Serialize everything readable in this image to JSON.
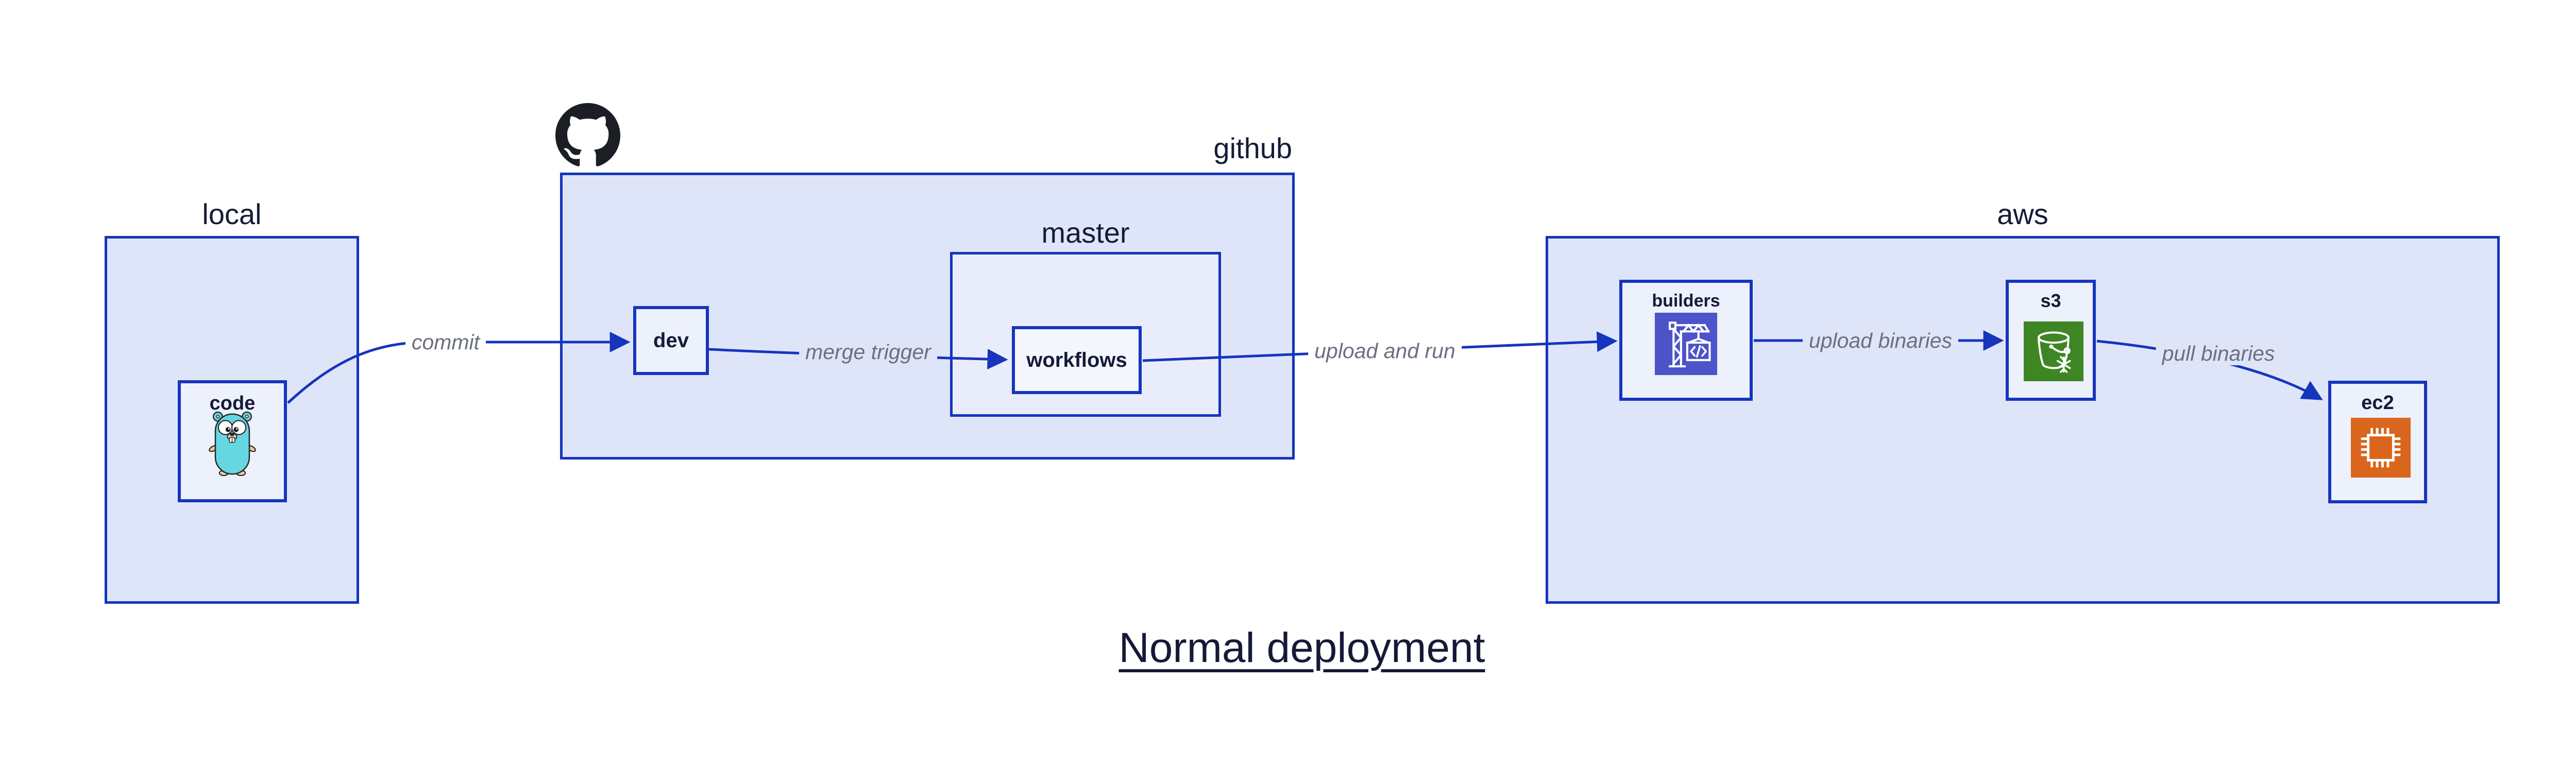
{
  "page": {
    "title": "Normal deployment"
  },
  "regions": {
    "local": {
      "label": "local"
    },
    "github": {
      "label": "github"
    },
    "master": {
      "label": "master"
    },
    "aws": {
      "label": "aws"
    }
  },
  "nodes": {
    "code": {
      "label": "code",
      "icon": "go-gopher-icon"
    },
    "dev": {
      "label": "dev"
    },
    "workflows": {
      "label": "workflows"
    },
    "builders": {
      "label": "builders",
      "icon": "aws-codebuild-crane-icon"
    },
    "s3": {
      "label": "s3",
      "icon": "aws-s3-bucket-snowflake-icon"
    },
    "ec2": {
      "label": "ec2",
      "icon": "aws-ec2-chip-icon"
    }
  },
  "edges": {
    "commit": {
      "label": "commit"
    },
    "merge_trigger": {
      "label": "merge trigger"
    },
    "upload_and_run": {
      "label": "upload and run"
    },
    "upload_binaries": {
      "label": "upload binaries"
    },
    "pull_binaries": {
      "label": "pull binaries"
    }
  },
  "icons": {
    "github_logo": "github-octocat-icon"
  },
  "colors": {
    "accent_blue": "#1635bd",
    "region_fill": "#dfe5f9",
    "master_fill": "#e9edfb",
    "node_fill": "#edf1fb",
    "workflows_fill": "#f4f6fd",
    "edge_label_gray": "#6b7080",
    "text_dark": "#151b38",
    "github_black": "#1b1f23",
    "gopher_cyan": "#66d7e1",
    "codebuild_purple": "#4d53c8",
    "s3_green": "#3e8624",
    "ec2_orange": "#d9661c"
  }
}
